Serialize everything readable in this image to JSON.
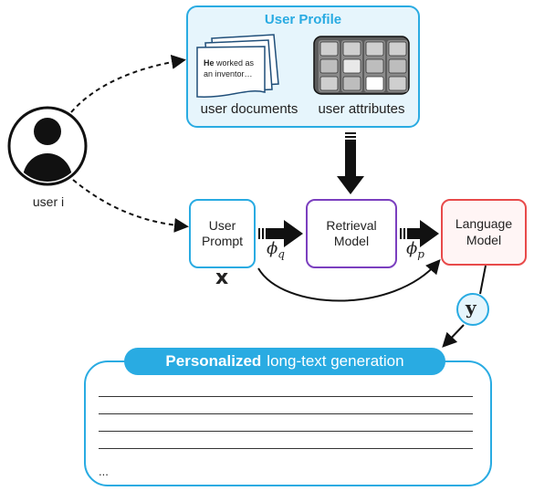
{
  "user_profile": {
    "title": "User Profile",
    "documents_caption": "user documents",
    "attributes_caption": "user attributes",
    "document_text_bold": "He",
    "document_text_rest_1": " worked as",
    "document_text_rest_2": "an inventor…"
  },
  "user": {
    "label": "user i"
  },
  "nodes": {
    "prompt": {
      "line1": "User",
      "line2": "Prompt"
    },
    "retrieval": {
      "line1": "Retrieval",
      "line2": "Model"
    },
    "language_model": {
      "line1": "Language",
      "line2": "Model"
    }
  },
  "symbols": {
    "phi": "ϕ",
    "q": "q",
    "p": "p",
    "x": "x",
    "y": "y"
  },
  "generation": {
    "header_bold": "Personalized",
    "header_rest": "long-text generation",
    "ellipsis": "..."
  },
  "colors": {
    "blue": "#29abe2",
    "purple": "#7b3fbf",
    "red": "#e84a4a",
    "profile_fill": "#e6f5fc"
  }
}
